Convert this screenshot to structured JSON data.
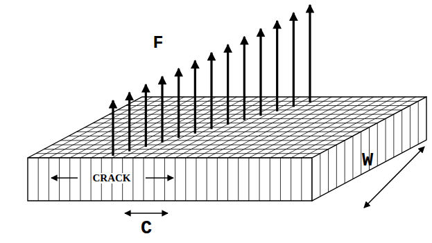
{
  "diagram": {
    "labels": [
      "F",
      "CRACK",
      "W",
      "C"
    ]
  }
}
